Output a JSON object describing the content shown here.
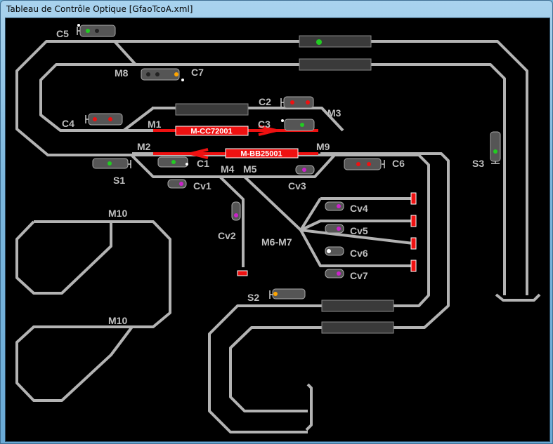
{
  "window": {
    "title": "Tableau de Contrôle Optique [GfaoTcoA.xml]"
  },
  "colors": {
    "track": "#b3b3b3",
    "active": "#ee1111",
    "block": "#3a3a3a",
    "green": "#22cc22",
    "red": "#ee1111",
    "orange": "#ffa500",
    "magenta": "#cc22cc",
    "white": "#ffffff"
  },
  "trains": [
    {
      "id": "train-1",
      "label": "M-CC72001",
      "direction": "right"
    },
    {
      "id": "train-2",
      "label": "M-BB25001",
      "direction": "left"
    }
  ],
  "signals": {
    "C5": "C5",
    "M8": "M8",
    "C7": "C7",
    "C2": "C2",
    "M3": "M3",
    "C4": "C4",
    "M1": "M1",
    "C3": "C3",
    "M2": "M2",
    "M9": "M9",
    "C1": "C1",
    "C6": "C6",
    "S1": "S1",
    "M4": "M4",
    "M5": "M5",
    "Cv1": "Cv1",
    "Cv3": "Cv3",
    "S3": "S3",
    "Cv2": "Cv2",
    "M10a": "M10",
    "M10b": "M10",
    "Cv4": "Cv4",
    "Cv5": "Cv5",
    "M6M7": "M6-M7",
    "Cv6": "Cv6",
    "Cv7": "Cv7",
    "S2": "S2"
  }
}
